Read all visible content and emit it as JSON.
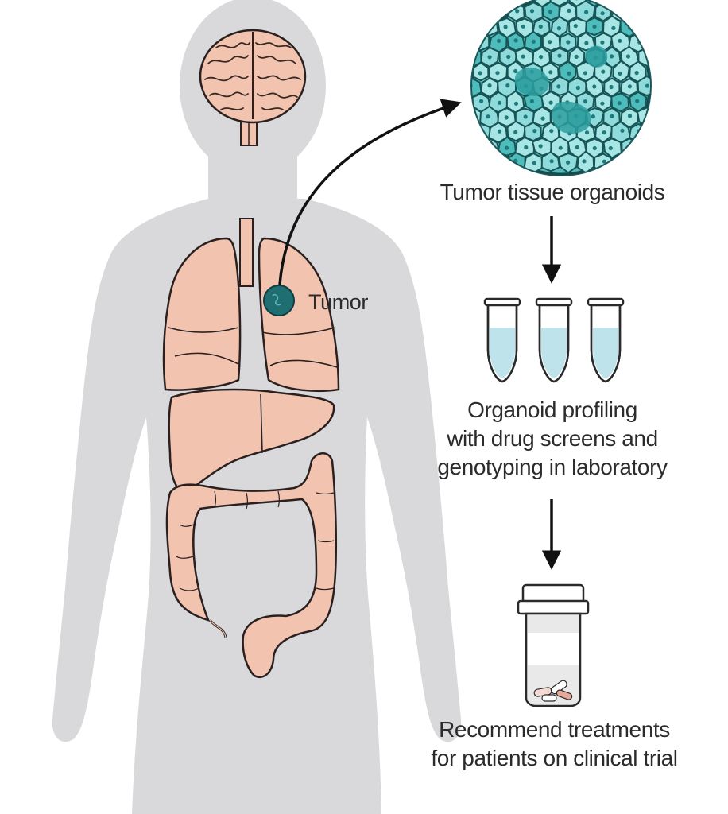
{
  "labels": {
    "tumor": "Tumor",
    "organoids": "Tumor tissue organoids",
    "profiling": [
      "Organoid profiling",
      "with drug screens and",
      "genotyping in laboratory"
    ],
    "recommend": [
      "Recommend treatments",
      "for patients on clinical trial"
    ]
  },
  "colors": {
    "body_silhouette": "#d9d9db",
    "organ_fill": "#f2c4b0",
    "organ_stroke": "#2a2020",
    "tumor": "#1f6e72",
    "organoid_cell": "#7fd3d3",
    "organoid_dark": "#2fa5a5",
    "liquid": "#bfe3ea",
    "arrow": "#111111"
  }
}
